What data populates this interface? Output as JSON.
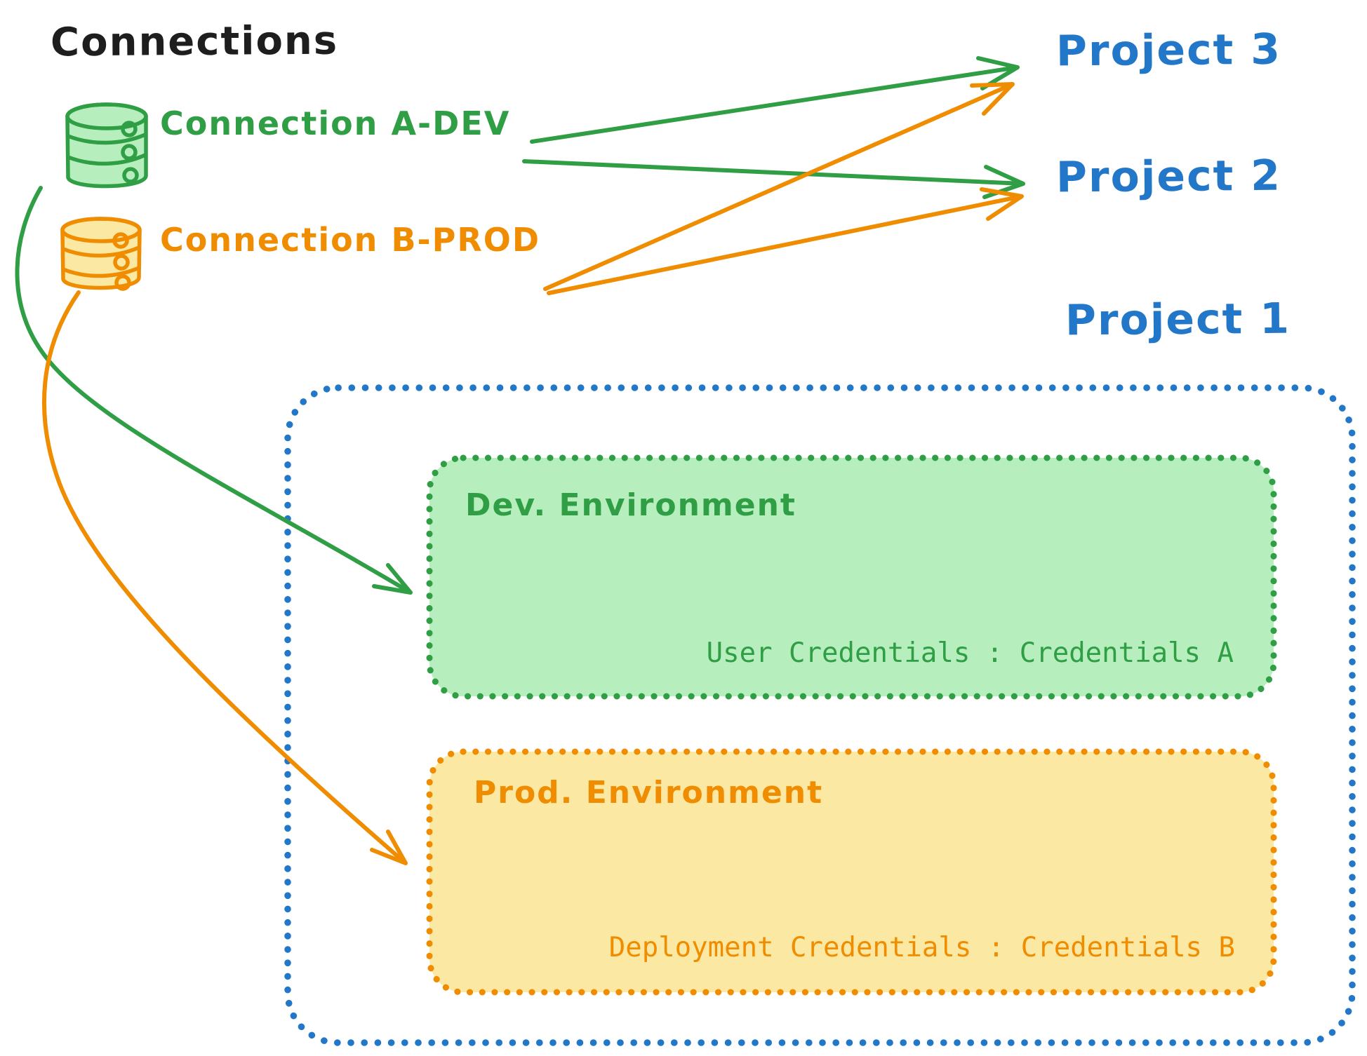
{
  "title": "Connections",
  "colors": {
    "green": "#2f9e44",
    "green_fill": "#b6eebe",
    "orange": "#f08c00",
    "orange_fill": "#fbe8a3",
    "blue": "#2277c8",
    "ink": "#1e1e1e",
    "background": "#ffffff"
  },
  "connections": [
    {
      "label": "Connection A-DEV",
      "icon": "database-icon",
      "color": "#2f9e44"
    },
    {
      "label": "Connection B-PROD",
      "icon": "database-icon",
      "color": "#f08c00"
    }
  ],
  "projects": [
    {
      "label": "Project 3"
    },
    {
      "label": "Project 2"
    },
    {
      "label": "Project 1"
    }
  ],
  "project1": {
    "dev_environment": {
      "title": "Dev. Environment",
      "credentials_label": "User Credentials : Credentials A"
    },
    "prod_environment": {
      "title": "Prod. Environment",
      "credentials_label": "Deployment Credentials : Credentials B"
    }
  },
  "edges": [
    {
      "from": "Connection A-DEV",
      "to": "Project 3",
      "color": "#2f9e44"
    },
    {
      "from": "Connection A-DEV",
      "to": "Project 2",
      "color": "#2f9e44"
    },
    {
      "from": "Connection B-PROD",
      "to": "Project 3",
      "color": "#f08c00"
    },
    {
      "from": "Connection B-PROD",
      "to": "Project 2",
      "color": "#f08c00"
    },
    {
      "from": "Connection A-DEV",
      "to": "Dev. Environment",
      "color": "#2f9e44"
    },
    {
      "from": "Connection B-PROD",
      "to": "Prod. Environment",
      "color": "#f08c00"
    }
  ]
}
